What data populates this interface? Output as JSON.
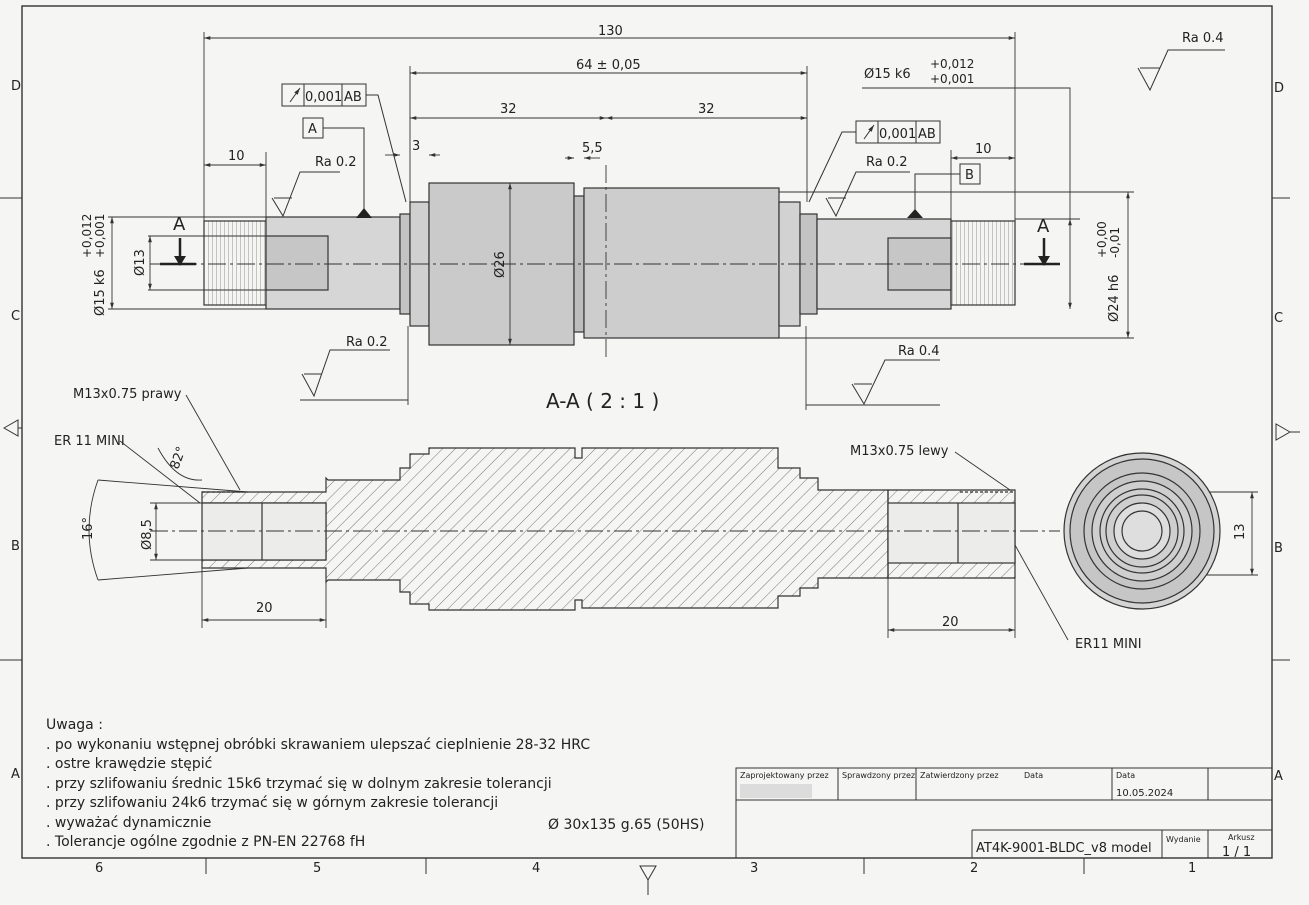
{
  "border": {
    "rows": [
      "D",
      "C",
      "B",
      "A"
    ],
    "cols": [
      "6",
      "5",
      "4",
      "3",
      "2",
      "1"
    ]
  },
  "top_view": {
    "dims": {
      "overall": "130",
      "center_span": "64 ± 0,05",
      "half_left": "32",
      "half_right": "32",
      "step_left": "3",
      "groove": "5,5",
      "end_left": "10",
      "end_right": "10",
      "dia_inner": "Ø13",
      "dia_body": "Ø26",
      "dia_left_fit": "Ø15 k6",
      "dia_left_tol_upper": "+0,012",
      "dia_left_tol_lower": "+0,001",
      "dia_right_top_fit": "Ø15 k6",
      "dia_right_top_tol_upper": "+0,012",
      "dia_right_top_tol_lower": "+0,001",
      "dia_right_fit": "Ø24 h6",
      "dia_right_tol_upper": "+0,00",
      "dia_right_tol_lower": "-0,01"
    },
    "datum_a": "A",
    "datum_b": "B",
    "runout_left": "0,001",
    "runout_left_ref": "AB",
    "runout_right": "0,001",
    "runout_right_ref": "AB",
    "roughness": {
      "general": "Ra 0.4",
      "left_journal": "Ra 0.2",
      "right_journal": "Ra 0.2",
      "left_shoulder": "Ra 0.2",
      "right_shoulder": "Ra 0.4"
    },
    "cut_marker_left": "A",
    "cut_marker_right": "A"
  },
  "section": {
    "title": "A-A ( 2 : 1 )",
    "thread_left": "M13x0.75 prawy",
    "thread_right": "M13x0.75 lewy",
    "collet_left": "ER 11 MINI",
    "collet_right": "ER11 MINI",
    "angle_82": "82°",
    "angle_16": "16°",
    "bore_dia": "Ø8,5",
    "depth_left": "20",
    "depth_right": "20",
    "end_view_dim": "13"
  },
  "notes": {
    "heading": "Uwaga :",
    "items": [
      ". po wykonaniu wstępnej obróbki skrawaniem ulepszać cieplnienie 28-32 HRC",
      ". ostre krawędzie stępić",
      ". przy szlifowaniu średnic 15k6 trzymać się w dolnym zakresie tolerancji",
      ". przy szlifowaniu 24k6 trzymać się w górnym zakresie tolerancji",
      ". wyważać dynamicznie",
      ". Tolerancje ogólne zgodnie z PN-EN 22768 fH"
    ],
    "blank": "Ø 30x135 g.65 (50HS)"
  },
  "title_block": {
    "designed_by": "Zaprojektowany przez",
    "checked_by": "Sprawdzony przez",
    "approved_by": "Zatwierdzony przez",
    "date_label": "Data",
    "date_label_2": "Data",
    "date": "10.05.2024",
    "drawing_name": "AT4K-9001-BLDC_v8 model",
    "edition_label": "Wydanie",
    "sheet_label": "Arkusz",
    "sheet": "1 / 1"
  }
}
